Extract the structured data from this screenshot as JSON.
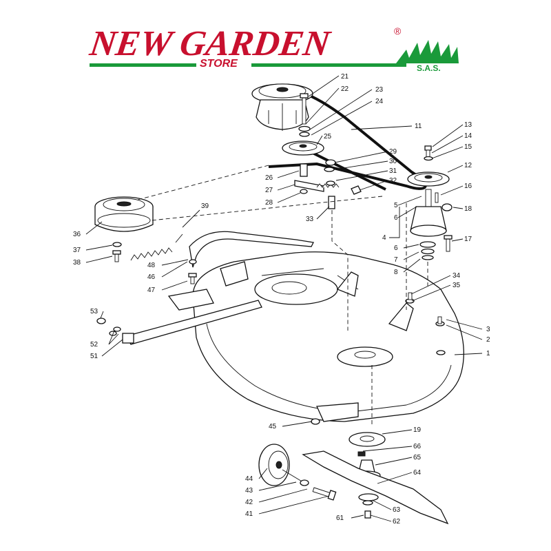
{
  "brand": {
    "name": "NEW GARDEN",
    "registered": "®",
    "store": "STORE",
    "suffix": "S.A.S.",
    "colors": {
      "red": "#c8102e",
      "green": "#1a9a3a"
    }
  },
  "callouts": [
    "1",
    "2",
    "3",
    "4",
    "5",
    "6",
    "6",
    "7",
    "8",
    "11",
    "12",
    "13",
    "14",
    "15",
    "16",
    "17",
    "18",
    "19",
    "21",
    "22",
    "23",
    "24",
    "25",
    "26",
    "27",
    "28",
    "29",
    "30",
    "31",
    "32",
    "33",
    "34",
    "35",
    "36",
    "37",
    "38",
    "39",
    "41",
    "42",
    "43",
    "44",
    "45",
    "46",
    "47",
    "48",
    "51",
    "52",
    "53",
    "61",
    "62",
    "63",
    "64",
    "65",
    "66"
  ]
}
